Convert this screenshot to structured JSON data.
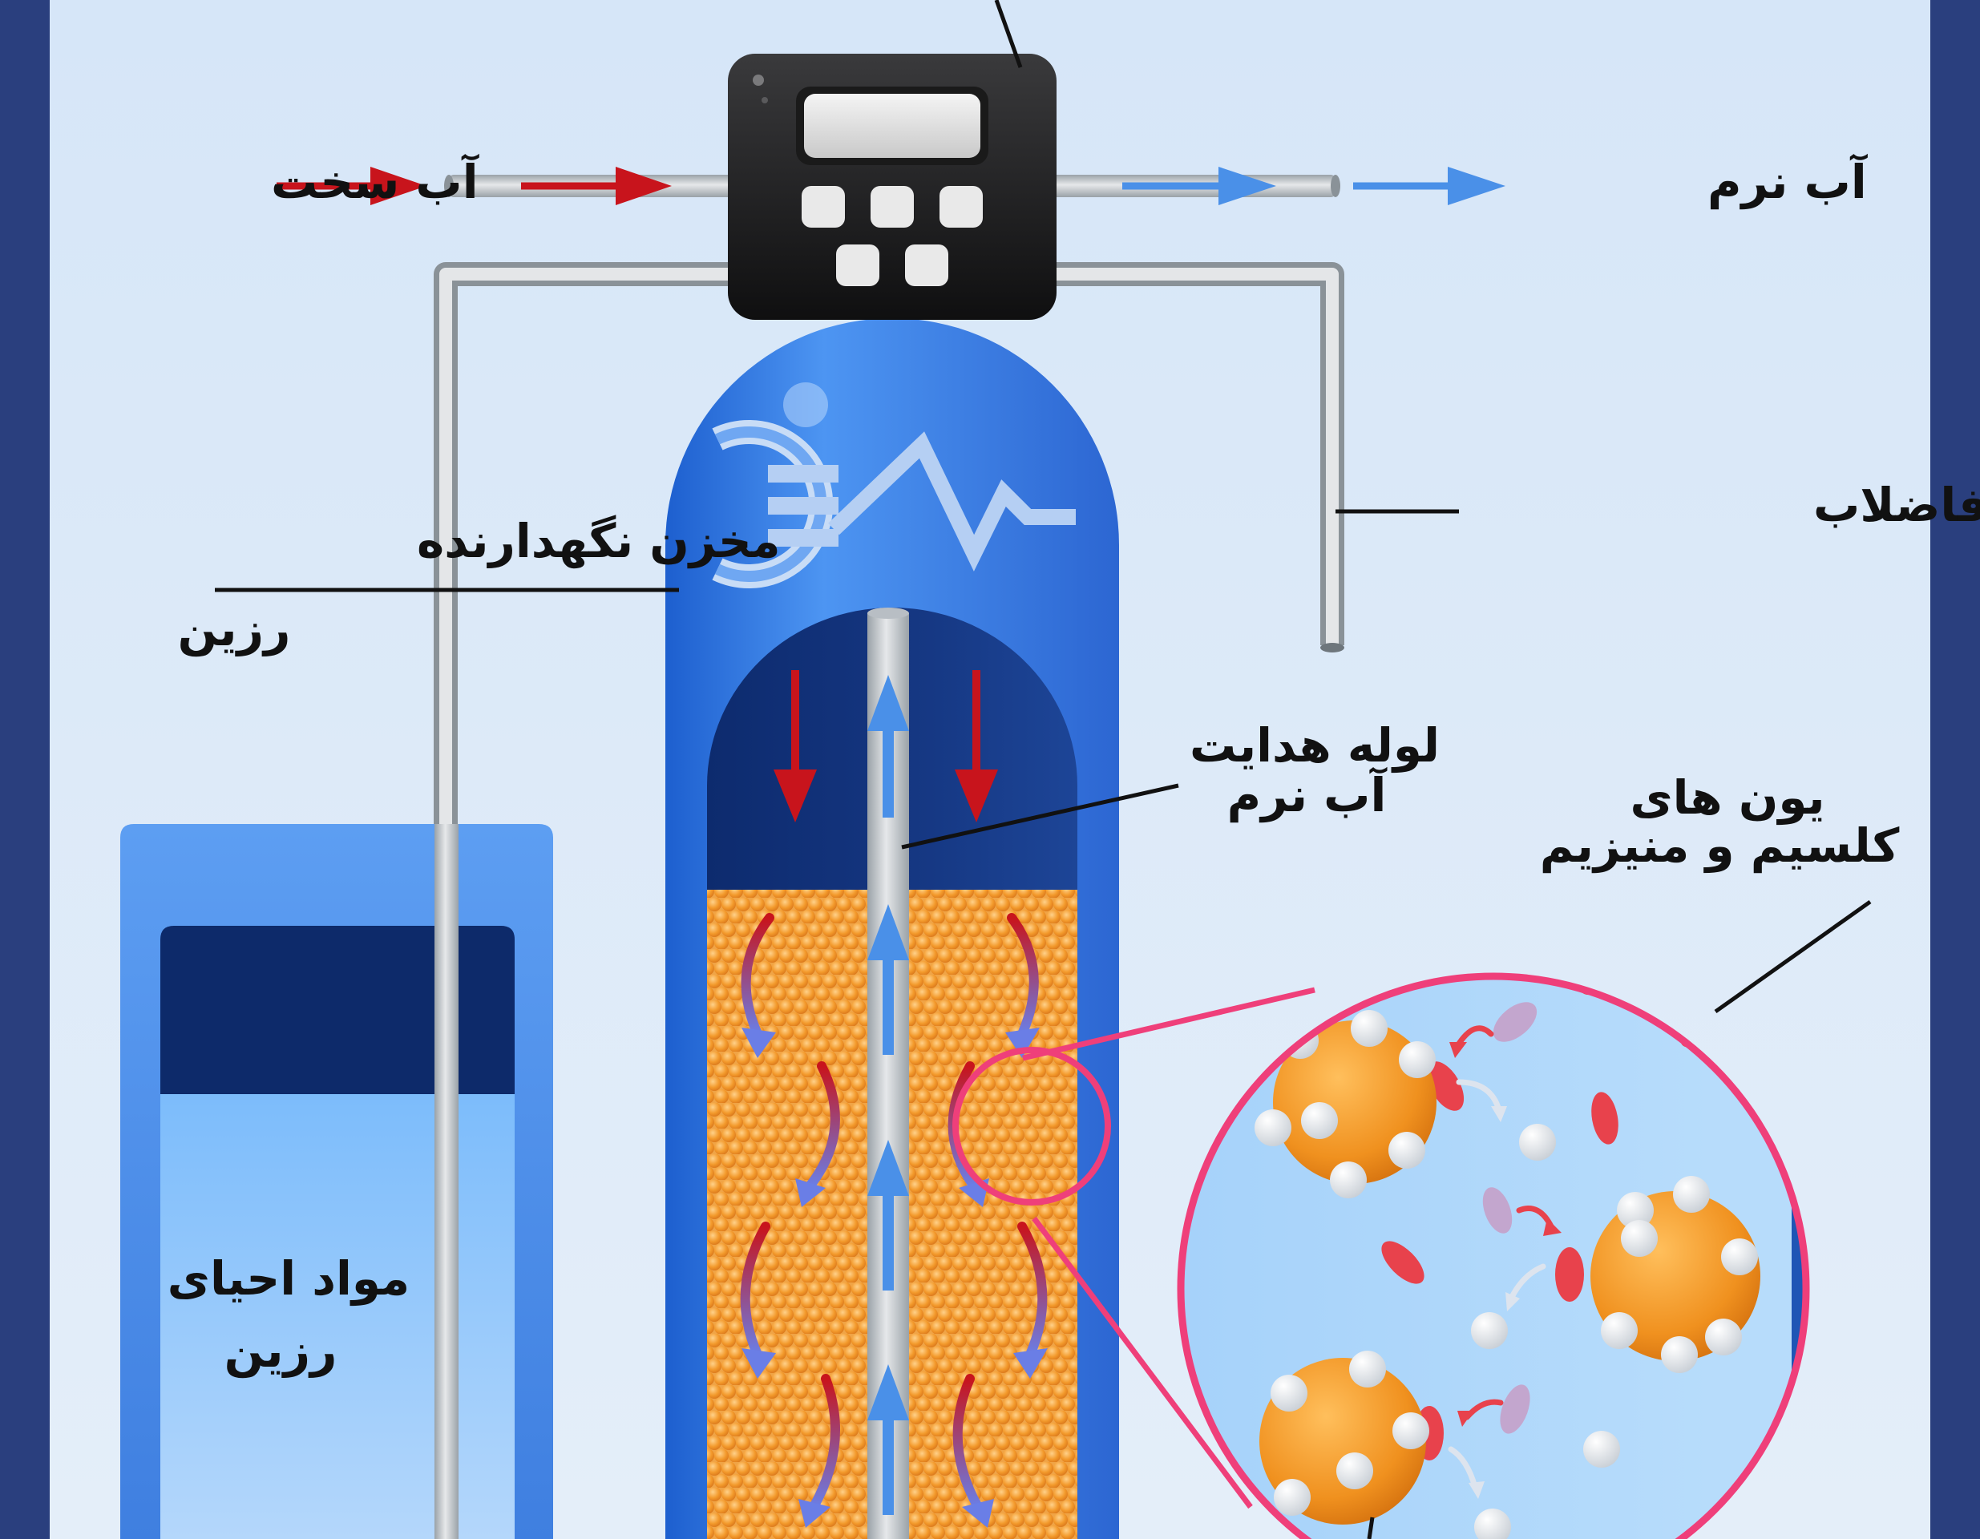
{
  "labels": {
    "hard_water": "آب سخت",
    "soft_water": "آب نرم",
    "drain_hose": "شلنگ فاضلاب",
    "resin_tank_line1": "مخزن نگهدارنده",
    "resin_tank_line2": "رزین",
    "soft_pipe_line1": "لوله هدایت",
    "soft_pipe_line2": "آب نرم",
    "ions_line1": "یون های",
    "ions_line2": "کلسیم و منیزیم",
    "regen_line1": "مواد احیای",
    "regen_line2": "رزین"
  },
  "colors": {
    "background": "#dce9f8",
    "frame": "#2a3f7e",
    "hard_arrow": "#c8141c",
    "soft_arrow": "#4a90e8",
    "resin_bead": "#f5a640",
    "zoom_ring": "#ef3f7a",
    "tank_blue": "#2f78e0",
    "ion": "#e8424c"
  },
  "icons": {
    "control_valve": "control-valve-icon",
    "logo": "logo-icon"
  }
}
